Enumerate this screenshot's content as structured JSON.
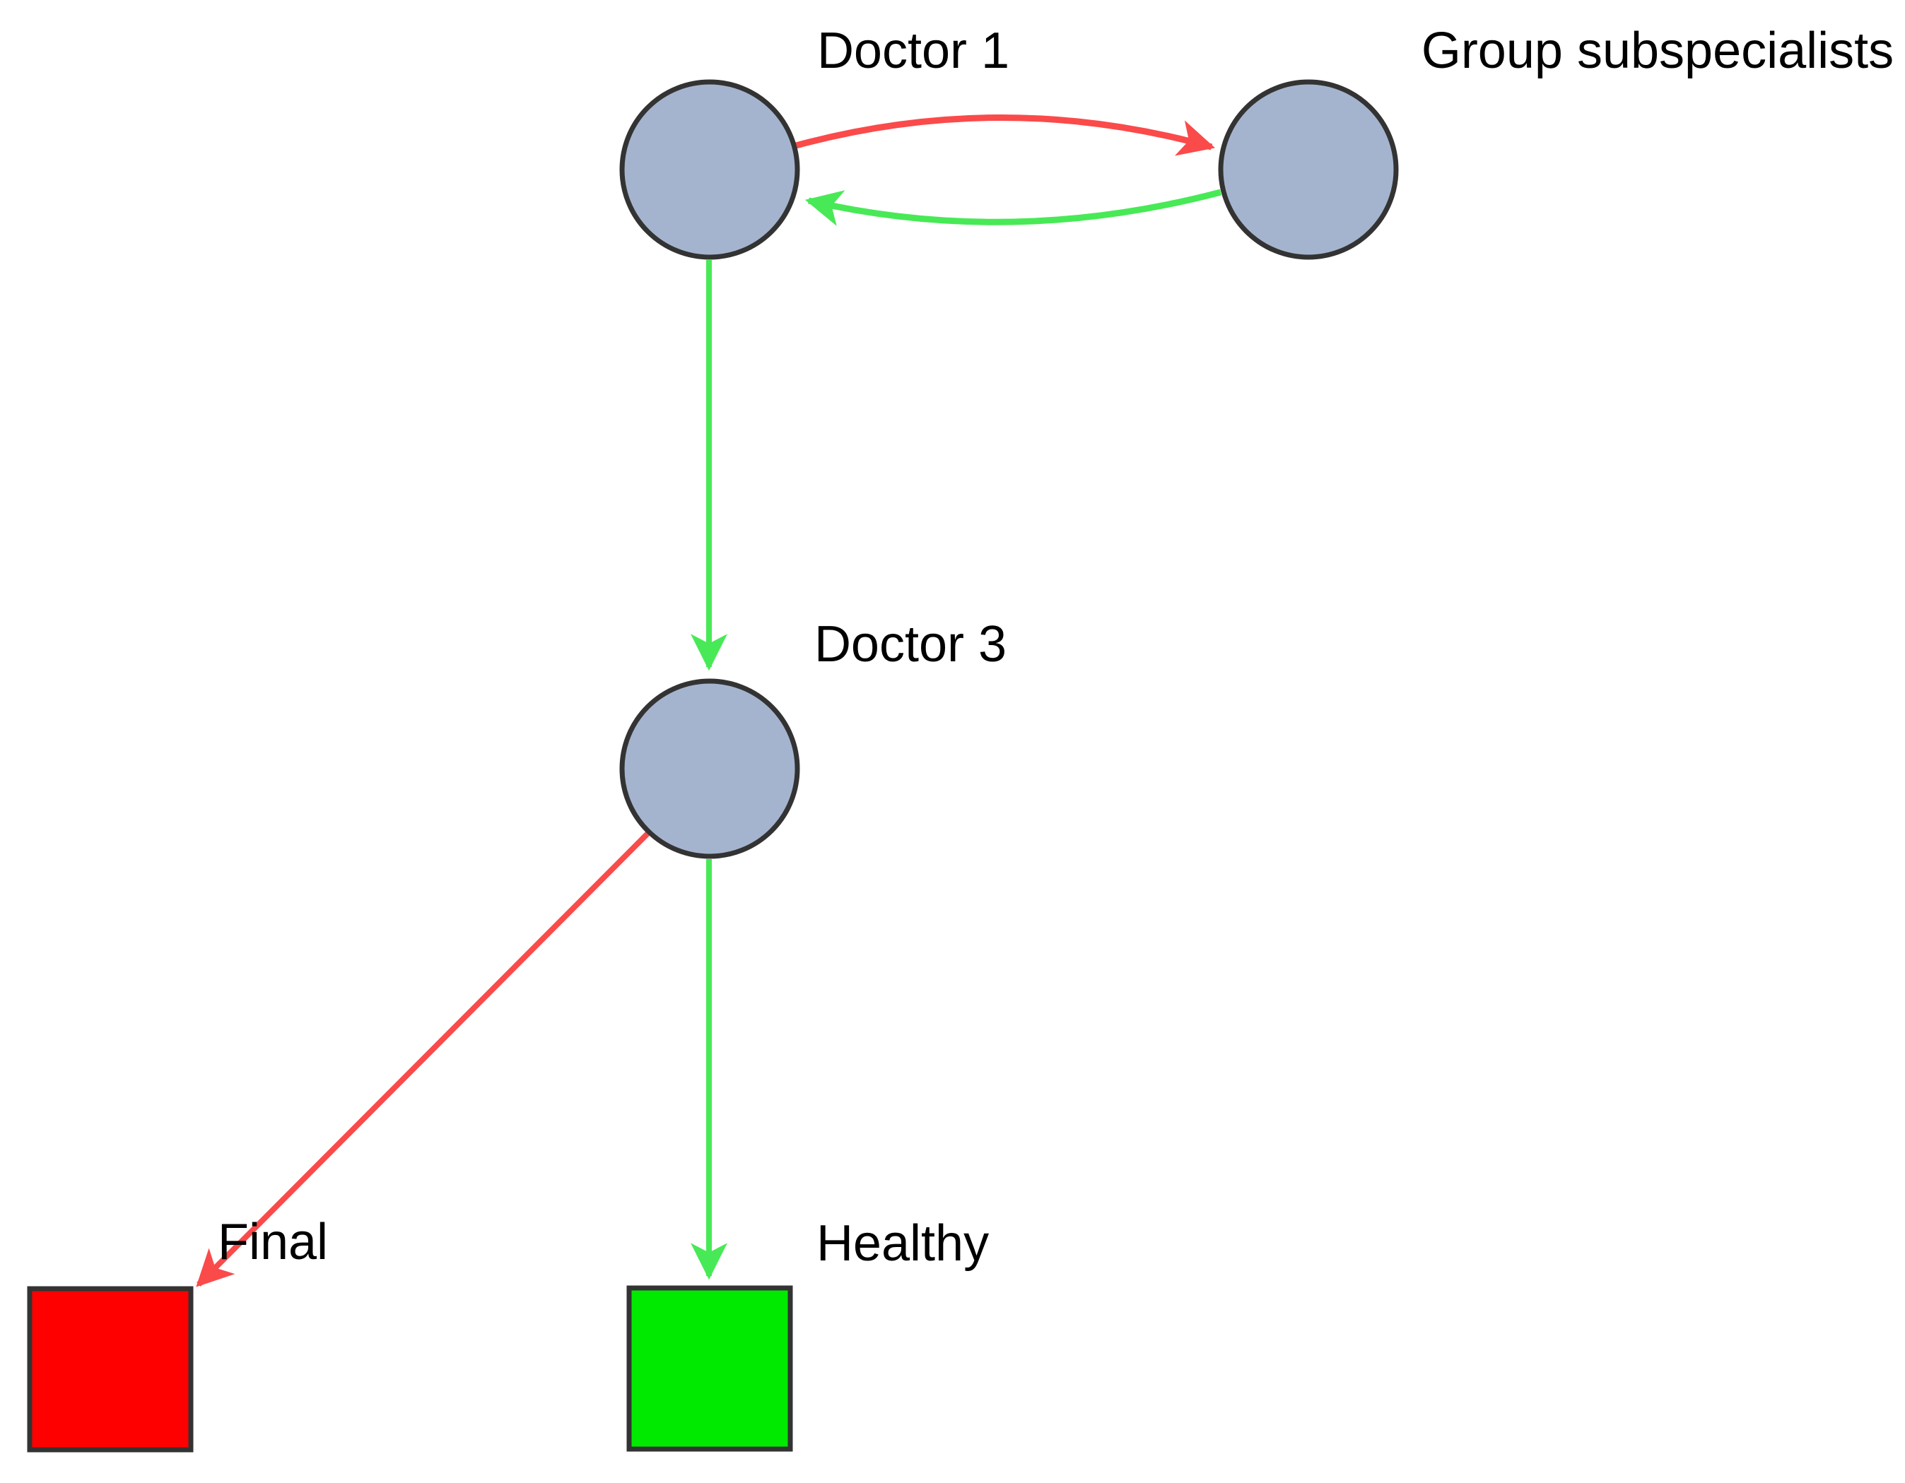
{
  "graph": {
    "nodes": [
      {
        "id": "doctor1",
        "label": "Doctor 1",
        "shape": "circle",
        "role": "doctor"
      },
      {
        "id": "group-subspecialists",
        "label": "Group subspecialists",
        "shape": "circle",
        "role": "doctor-group"
      },
      {
        "id": "doctor3",
        "label": "Doctor 3",
        "shape": "circle",
        "role": "doctor"
      },
      {
        "id": "final",
        "label": "Final",
        "shape": "square",
        "fill": "#ff0000",
        "role": "terminal-state"
      },
      {
        "id": "healthy",
        "label": "Healthy",
        "shape": "square",
        "fill": "#00ea00",
        "role": "terminal-state"
      }
    ],
    "edges": [
      {
        "from": "doctor1",
        "to": "group-subspecialists",
        "color": "#fb4a4a",
        "style": "curved"
      },
      {
        "from": "group-subspecialists",
        "to": "doctor1",
        "color": "#48e956",
        "style": "curved"
      },
      {
        "from": "doctor1",
        "to": "doctor3",
        "color": "#48e956",
        "style": "straight"
      },
      {
        "from": "doctor3",
        "to": "final",
        "color": "#fb4a4a",
        "style": "straight"
      },
      {
        "from": "doctor3",
        "to": "healthy",
        "color": "#48e956",
        "style": "straight"
      }
    ]
  },
  "colors": {
    "background": "#ffffff",
    "node_fill": "#a5b4ce",
    "node_stroke": "#333333",
    "edge_red": "#fb4a4a",
    "edge_green": "#48e956",
    "square_red_fill": "#ff0000",
    "square_green_fill": "#00ea00",
    "label_color": "#000000"
  }
}
